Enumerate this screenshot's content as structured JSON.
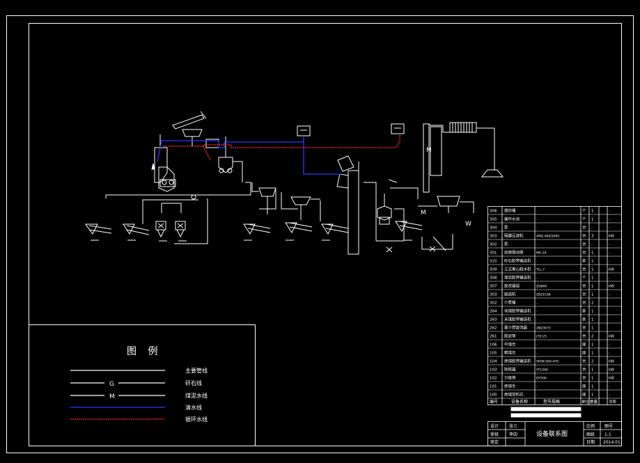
{
  "legend": {
    "title": "图 例",
    "items": [
      {
        "label": "主要管线",
        "mark": ""
      },
      {
        "label": "矸石线",
        "mark": "G"
      },
      {
        "label": "煤泥水线",
        "mark": "M"
      },
      {
        "label": "清水线",
        "mark": ""
      },
      {
        "label": "循环水线",
        "mark": ""
      }
    ]
  },
  "flow_labels": {
    "m1": "M",
    "m2": "M",
    "w": "W"
  },
  "equipment_table": {
    "rows": [
      [
        "306",
        "搅拌桶",
        "-",
        "个",
        "1",
        "-"
      ],
      [
        "305",
        "循环水池",
        "-",
        "个",
        "1",
        "-"
      ],
      [
        "304",
        "泵",
        "-",
        "台",
        "-",
        "-"
      ],
      [
        "303",
        "隔膜压滤机",
        "XMZ-400/2000",
        "台",
        "3",
        "kW"
      ],
      [
        "302",
        "泵",
        "-",
        "台",
        "-",
        "-"
      ],
      [
        "301",
        "高频振动筛",
        "MG-24",
        "台",
        "1",
        "-"
      ],
      [
        "310",
        "矸石胶带输送机",
        "-",
        "条",
        "1",
        "-"
      ],
      [
        "309",
        "立式离心脱水机",
        "TLL-7",
        "台",
        "1",
        "kW"
      ],
      [
        "308",
        "煤泥胶带输送机",
        "-",
        "个",
        "1",
        "-"
      ],
      [
        "307",
        "旋流器组",
        "ZD660",
        "台",
        "1",
        "kW"
      ],
      [
        "303",
        "磁选机",
        "ZKZ1536",
        "台",
        "1",
        "-"
      ],
      [
        "302",
        "介质桶",
        "-",
        "台",
        "2",
        ""
      ],
      [
        "264",
        "块煤胶带输送机",
        "-",
        "条",
        "1",
        ""
      ],
      [
        "263",
        "末煤胶带输送机",
        "-",
        "条",
        "1",
        ""
      ],
      [
        "262",
        "重介质旋流器",
        "2NZ3073",
        "台",
        "1",
        ""
      ],
      [
        "261",
        "脱泥筛",
        "LTZ-25",
        "台",
        "2",
        "kW"
      ],
      [
        "106",
        "中煤仓",
        "-",
        "座",
        "1",
        "-"
      ],
      [
        "105",
        "精煤仓",
        "-",
        "座",
        "1",
        "-"
      ],
      [
        "104",
        "原煤胶带输送机",
        "SPGK-500-470",
        "台",
        "2",
        "kW"
      ],
      [
        "103",
        "除铁器",
        "YF1204",
        "台",
        "1",
        "kW"
      ],
      [
        "102",
        "分级筛",
        "DT500",
        "台",
        "1",
        "kW"
      ],
      [
        "101",
        "原煤仓",
        "-",
        "座",
        "1",
        "-"
      ],
      [
        "100",
        "原煤受料坑",
        "-",
        "座",
        "1",
        "-"
      ]
    ],
    "header": [
      "编号",
      "设备名称",
      "型号规格",
      "单位",
      "数量",
      "功率"
    ]
  },
  "title_block": {
    "drawing_title": "设备联系图",
    "r1": [
      "设计",
      "张三",
      "比例",
      "图号"
    ],
    "r2": [
      "审核",
      "李四",
      "图纸",
      "1:1"
    ],
    "r3": [
      "审定",
      "",
      "日期",
      "2014.01"
    ]
  }
}
